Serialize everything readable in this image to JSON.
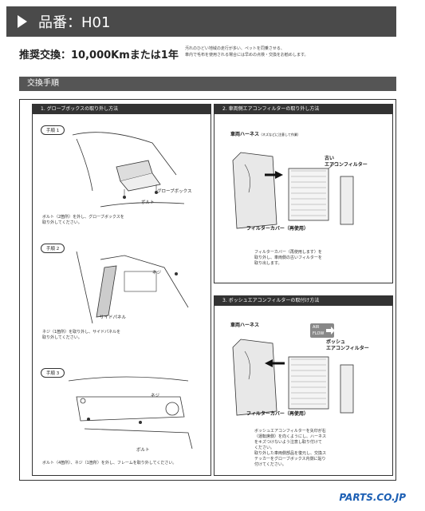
{
  "header": {
    "title": "品番：H01"
  },
  "recommend": {
    "label": "推奨交換：10,000Kmまたは1年",
    "note_line1": "汚れのひどい地域の走行が多い、ペットを同乗させる、",
    "note_line2": "車内で毛布を使用される場合には早めの点検・交換をお勧めします。"
  },
  "section": {
    "title": "交換手順"
  },
  "panel1": {
    "title": "1.  グローブボックスの取り外し方法",
    "step1": {
      "tag": "手順 1",
      "label_glovebox": "グローブボックス",
      "label_bolt": "ボルト",
      "caption_line1": "ボルト（2箇所）を外し、グローブボックスを",
      "caption_line2": "取り外してください。"
    },
    "step2": {
      "tag": "手順 2",
      "label_screw": "ネジ",
      "label_sidepanel": "サイドパネル",
      "caption_line1": "ネジ（1箇所）を取り外し、サイドパネルを",
      "caption_line2": "取り外してください。"
    },
    "step3": {
      "tag": "手順 3",
      "label_screw": "ネジ",
      "label_bolt": "ボルト",
      "caption": "ボルト（4箇所）、ネジ（1箇所）を外し、フレームを取り外してください。"
    }
  },
  "panel2": {
    "title": "2.  車両側エアコンフィルターの取り外し方法",
    "label_harness": "車両ハーネス",
    "label_harness_note": "（ネズなどに注意して作業）",
    "label_old_line1": "古い",
    "label_old_line2": "エアコンフィルター",
    "label_cover": "フィルターカバー（再使用）",
    "caption_line1": "フィルターカバー（再使用します）を",
    "caption_line2": "取り外し、車両側の古いフィルターを",
    "caption_line3": "取り出します。"
  },
  "panel3": {
    "title": "3.  ボッシュエアコンフィルターの取付け方法",
    "label_harness": "車両ハーネス",
    "badge_line1": "AIR",
    "badge_line2": "FLOW",
    "label_bosch_line1": "ボッシュ",
    "label_bosch_line2": "エアコンフィルター",
    "label_cover": "フィルターカバー（再使用）",
    "caption_line1": "ボッシュエアコンフィルターを矢印が右",
    "caption_line2": "（運転席側）を向くようにし、ハーネス",
    "caption_line3": "をキズつけないよう注意し取り付けて",
    "caption_line4": "ください。",
    "caption_line5": "取り外した車両側部品を復元し、交換ス",
    "caption_line6": "テッカーをグローブボックス内側に貼り",
    "caption_line7": "付けてください。"
  },
  "footer": {
    "logo": "PARTS.CO.JP"
  }
}
